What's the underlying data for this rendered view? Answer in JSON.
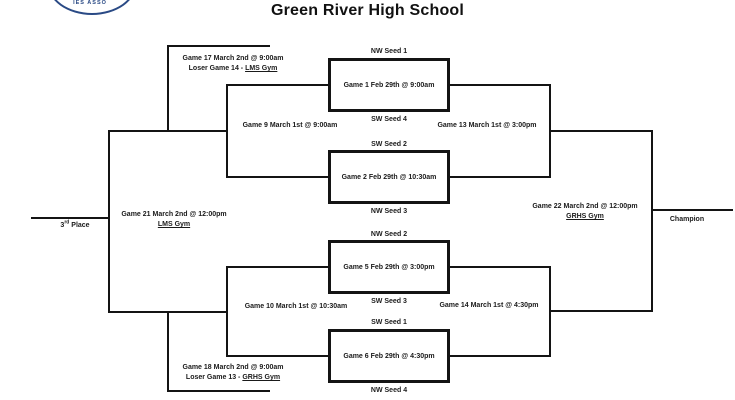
{
  "logo": {
    "arc_text": "IES ASSO"
  },
  "title": "Green River High School",
  "round1": [
    {
      "seed_top": "NW Seed 1",
      "game": "Game 1 Feb 29th @ 9:00am",
      "seed_bottom": "SW Seed 4"
    },
    {
      "seed_top": "SW Seed 2",
      "game": "Game 2 Feb 29th @ 10:30am",
      "seed_bottom": "NW Seed 3"
    },
    {
      "seed_top": "NW Seed 2",
      "game": "Game 5 Feb 29th @ 3:00pm",
      "seed_bottom": "SW Seed 3"
    },
    {
      "seed_top": "SW Seed 1",
      "game": "Game 6 Feb 29th @ 4:30pm",
      "seed_bottom": "NW Seed 4"
    }
  ],
  "consolation": {
    "semi1": "Game 9 March 1st @ 9:00am",
    "semi2": "Game 10 March 1st @ 10:30am",
    "final_top": {
      "line1": "Game 17 March 2nd @ 9:00am",
      "line2": "Loser Game 14 - ",
      "venue": "LMS Gym"
    },
    "final_bottom": {
      "line1": "Game 18 March 2nd @ 9:00am",
      "line2": "Loser Game 13 - ",
      "venue": "GRHS Gym"
    },
    "third_place_game": {
      "line1": "Game 21 March 2nd @ 12:00pm",
      "venue": "LMS Gym"
    },
    "third_place_label": {
      "num": "3",
      "sup": "rd",
      "rest": " Place"
    }
  },
  "championship": {
    "semi1": "Game 13 March 1st @ 3:00pm",
    "semi2": "Game 14 March 1st @ 4:30pm",
    "final": {
      "line1": "Game 22 March 2nd @ 12:00pm",
      "venue": "GRHS Gym"
    },
    "champion_label": "Champion"
  },
  "colors": {
    "line": "#141414",
    "logo_navy": "#2a4a85"
  }
}
